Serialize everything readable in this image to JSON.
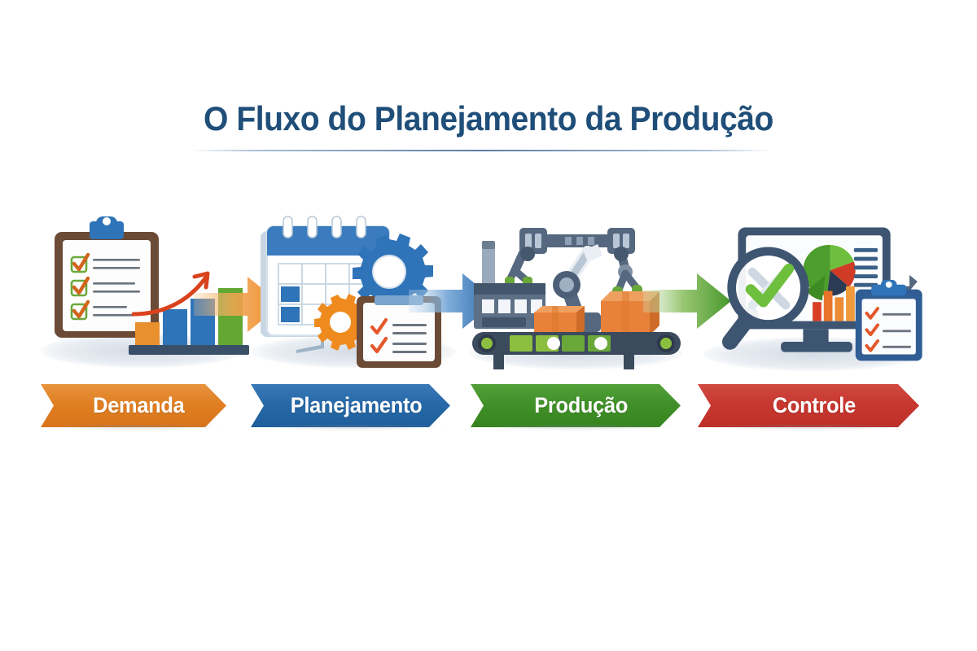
{
  "page": {
    "background_color": "#ffffff",
    "title": "O Fluxo do Planejamento da Produção",
    "title_color": "#1f4e79"
  },
  "flow": {
    "stages": [
      {
        "key": "demanda",
        "label": "Demanda",
        "color": "#e07f22",
        "icon": "clipboard-checklist-growth-chart-icon",
        "arrow_color": "#f0881f",
        "arrow_icon": "arrow-right-orange-icon",
        "illustration_elements": [
          "clipboard-brown-frame",
          "clip-blue",
          "checkmark-green-1",
          "checkmark-green-2",
          "checkmark-green-3",
          "bar-chart-ascending",
          "trend-arrow-red"
        ],
        "bar_colors": [
          "#e8902e",
          "#2f73b8",
          "#2f73b8",
          "#62a832"
        ],
        "bar_heights": [
          38,
          62,
          78,
          96
        ]
      },
      {
        "key": "planejamento",
        "label": "Planejamento",
        "color": "#2769a8",
        "icon": "calendar-gears-clipboard-icon",
        "arrow_color": "#2d6fad",
        "arrow_icon": "arrow-right-blue-icon",
        "illustration_elements": [
          "calendar-blue-header",
          "calendar-spiral-rings",
          "calendar-grid",
          "gear-large-blue",
          "gear-small-orange",
          "clipboard-orange-checks"
        ]
      },
      {
        "key": "producao",
        "label": "Produção",
        "color": "#409029",
        "icon": "factory-robot-conveyor-icon",
        "arrow_color": "#4e9e31",
        "arrow_icon": "arrow-right-green-icon",
        "illustration_elements": [
          "factory-building",
          "smoke-stack",
          "robot-arm-central",
          "robot-gantry-rail",
          "robot-gripper-left",
          "robot-gripper-right",
          "conveyor-belt",
          "carton-box-small",
          "carton-box-large"
        ]
      },
      {
        "key": "controle",
        "label": "Controle",
        "color": "#c73830",
        "icon": "monitor-analytics-magnifier-icon",
        "arrow_color": null,
        "arrow_icon": null,
        "illustration_elements": [
          "monitor-screen",
          "pie-chart",
          "bar-chart",
          "text-lines",
          "magnifying-glass",
          "checkmark-green-large",
          "clipboard-blue-orange-checks"
        ],
        "pie_slices": [
          {
            "label": "green",
            "color": "#5aa832",
            "percent": 58
          },
          {
            "label": "red",
            "color": "#cf3b25",
            "percent": 22
          },
          {
            "label": "dark-navy",
            "color": "#2b3a55",
            "percent": 20
          }
        ],
        "bar_colors": [
          "#d93f26",
          "#e8742a",
          "#ec8b33",
          "#f09a3c"
        ],
        "bar_heights": [
          30,
          52,
          44,
          64
        ]
      }
    ]
  }
}
